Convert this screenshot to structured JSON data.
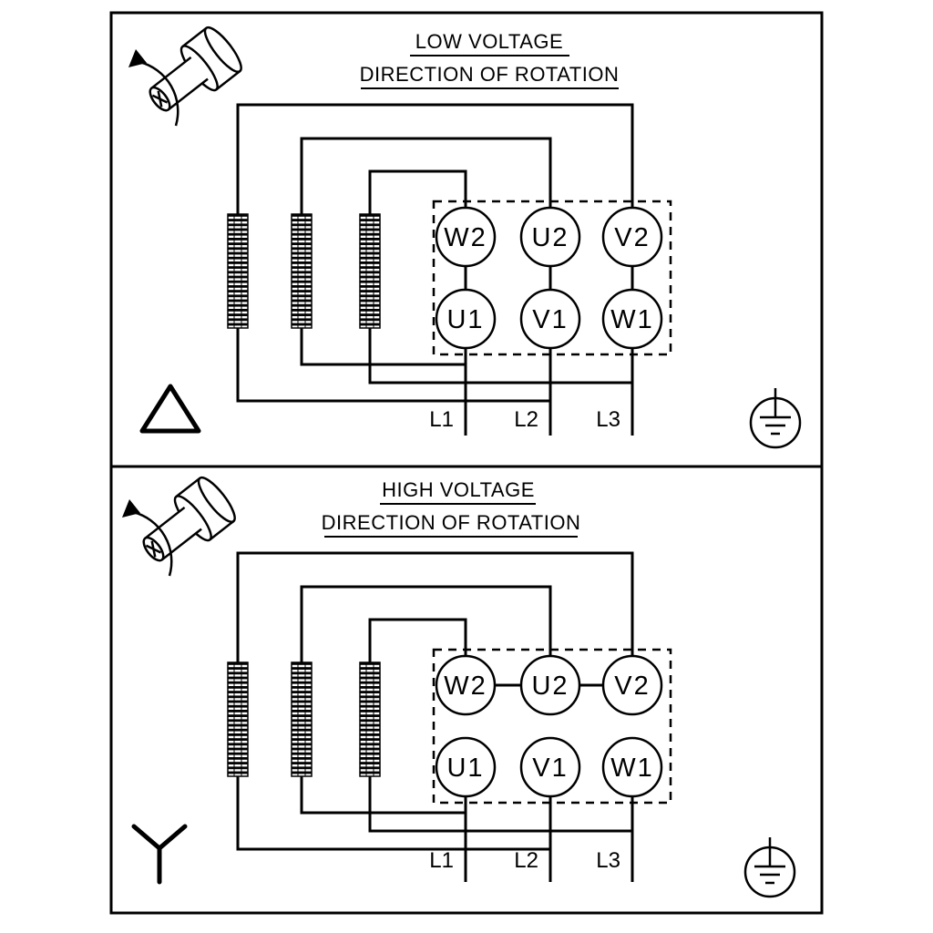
{
  "document": {
    "type": "motor-terminal-wiring-diagram",
    "background": "#ffffff",
    "line_color": "#000000"
  },
  "panels": [
    {
      "name": "low-voltage",
      "title": "LOW VOLTAGE",
      "subtitle": "DIRECTION OF ROTATION",
      "connection": "delta",
      "terminals_top": [
        "W2",
        "U2",
        "V2"
      ],
      "terminals_bottom": [
        "U1",
        "V1",
        "W1"
      ],
      "supply_lines": [
        "L1",
        "L2",
        "L3"
      ],
      "terminal_link_style": "vertical-pairs",
      "symbols": {
        "top_left": "rotating-shaft-direction",
        "bottom_left": "delta-connection",
        "bottom_right": "protective-earth"
      }
    },
    {
      "name": "high-voltage",
      "title": "HIGH VOLTAGE",
      "subtitle": "DIRECTION OF ROTATION",
      "connection": "star",
      "terminals_top": [
        "W2",
        "U2",
        "V2"
      ],
      "terminals_bottom": [
        "U1",
        "V1",
        "W1"
      ],
      "supply_lines": [
        "L1",
        "L2",
        "L3"
      ],
      "terminal_link_style": "top-row-bridges",
      "symbols": {
        "top_left": "rotating-shaft-direction",
        "bottom_left": "star-connection",
        "bottom_right": "protective-earth"
      }
    }
  ]
}
